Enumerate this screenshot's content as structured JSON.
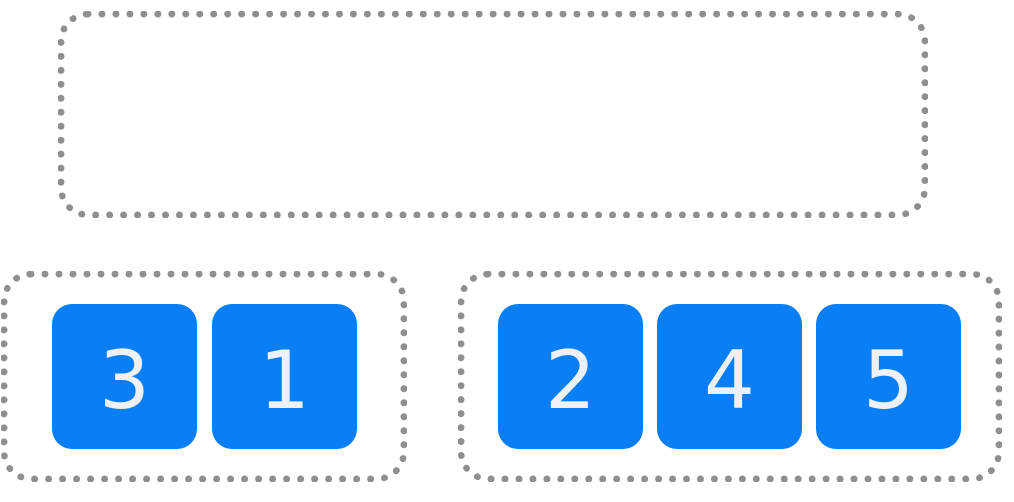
{
  "tile_color": "#0a7ff5",
  "tile_text_color": "#eef2f8",
  "border_color": "#8f8f8f",
  "target_zone": {
    "tiles": []
  },
  "left_group": {
    "tiles": [
      "3",
      "1"
    ]
  },
  "right_group": {
    "tiles": [
      "2",
      "4",
      "5"
    ]
  }
}
